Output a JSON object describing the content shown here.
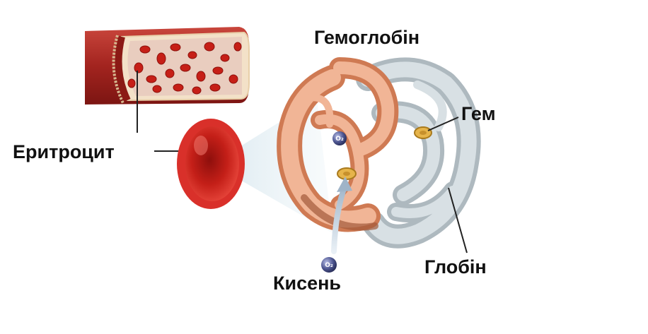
{
  "labels": {
    "title": "Гемоглобін",
    "red_blood_cell": "Еритроцит",
    "heme": "Гем",
    "globin": "Глобін",
    "oxygen": "Кисень",
    "o2_symbol": "O₂"
  },
  "colors": {
    "vessel": "#b2302a",
    "blood_cell": "#d42a22",
    "alpha_chain": "#e9a27c",
    "beta_chain": "#c9d3d8",
    "heme_disc": "#e6b44a",
    "oxygen_ball": "#4d5590",
    "callout_line": "#222222",
    "arrow": "#b9c9d9"
  },
  "icons": [
    "blood-vessel-icon",
    "red-blood-cell-icon",
    "hemoglobin-molecule-icon",
    "heme-group-icon",
    "oxygen-molecule-icon"
  ]
}
